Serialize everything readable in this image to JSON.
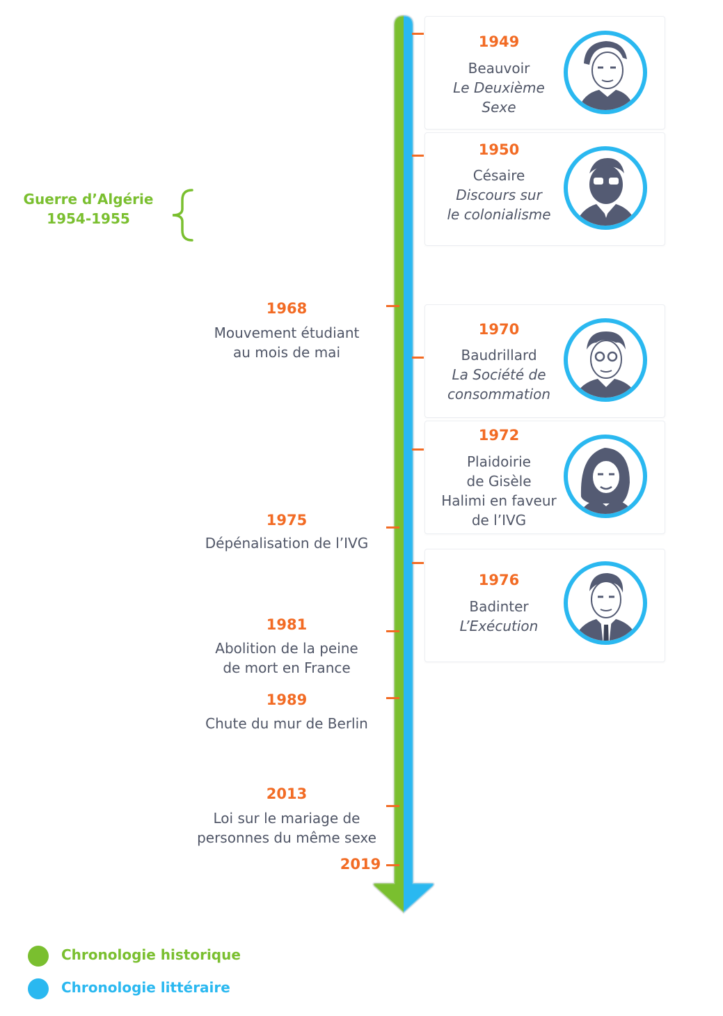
{
  "colors": {
    "historic": "#7abf2f",
    "literary": "#2ab8f0",
    "year": "#f26b24",
    "text": "#4f5566",
    "portrait_ring": "#2ab8f0",
    "portrait_fill": "#545b73"
  },
  "algeria": {
    "label": "Guerre d’Algérie",
    "years": "1954-1955"
  },
  "historic_events": [
    {
      "year": "1968",
      "line1": "Mouvement étudiant",
      "line2": "au mois de mai"
    },
    {
      "year": "1975",
      "line1": "Dépénalisation de l’IVG",
      "line2": ""
    },
    {
      "year": "1981",
      "line1": "Abolition de la peine",
      "line2": "de mort en France"
    },
    {
      "year": "1989",
      "line1": "Chute du mur de Berlin",
      "line2": ""
    },
    {
      "year": "2013",
      "line1": "Loi sur le mariage de",
      "line2": "personnes du même sexe"
    }
  ],
  "end_year": "2019",
  "literary_events": [
    {
      "year": "1949",
      "author": "Beauvoir",
      "work_line1": "Le Deuxième",
      "work_line2": "Sexe",
      "portrait_icon": "beauvoir-portrait-icon"
    },
    {
      "year": "1950",
      "author": "Césaire",
      "work_line1": "Discours sur",
      "work_line2": "le colonialisme",
      "portrait_icon": "cesaire-portrait-icon"
    },
    {
      "year": "1970",
      "author": "Baudrillard",
      "work_line1": "La Société de",
      "work_line2": "consommation",
      "portrait_icon": "baudrillard-portrait-icon"
    },
    {
      "year": "1972",
      "line1": "Plaidoirie",
      "line2": "de Gisèle",
      "line3": "Halimi en faveur",
      "line4": "de l’IVG",
      "portrait_icon": "halimi-portrait-icon"
    },
    {
      "year": "1976",
      "author": "Badinter",
      "work_line1": "L’Exécution",
      "work_line2": "",
      "portrait_icon": "badinter-portrait-icon"
    }
  ],
  "legend": {
    "historic_label": "Chronologie historique",
    "literary_label": "Chronologie littéraire"
  }
}
